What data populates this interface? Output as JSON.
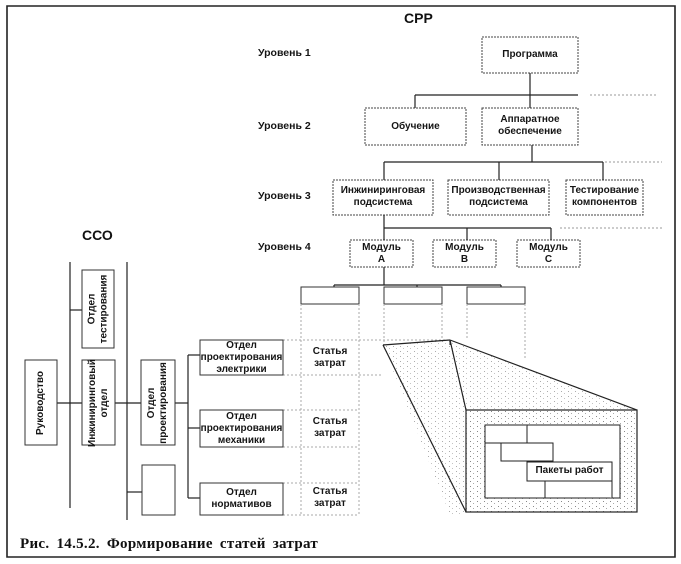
{
  "figure": {
    "caption": "Рис. 14.5.2. Формирование статей затрат"
  },
  "wbs": {
    "title": "СРР",
    "levels": [
      "Уровень 1",
      "Уровень 2",
      "Уровень 3",
      "Уровень 4"
    ],
    "level1": {
      "program": "Программа"
    },
    "level2": {
      "training": "Обучение",
      "hardware_line1": "Аппаратное",
      "hardware_line2": "обеспечение"
    },
    "level3": {
      "engineering_line1": "Инжиниринговая",
      "engineering_line2": "подсистема",
      "production_line1": "Производственная",
      "production_line2": "подсистема",
      "testing_line1": "Тестирование",
      "testing_line2": "компонентов"
    },
    "level4": {
      "module_a_line1": "Модуль",
      "module_a_line2": "A",
      "module_b_line1": "Модуль",
      "module_b_line2": "B",
      "module_c_line1": "Модуль",
      "module_c_line2": "C"
    }
  },
  "obs": {
    "title": "ССО",
    "management": "Руководство",
    "testing_dept_line1": "Отдел",
    "testing_dept_line2": "тестирования",
    "engineering_dept_line1": "Инжиниринговый",
    "engineering_dept_line2": "отдел",
    "design_dept_line1": "Отдел",
    "design_dept_line2": "проектирования",
    "units": [
      {
        "line1": "Отдел",
        "line2": "проектирования",
        "line3": "электрики"
      },
      {
        "line1": "Отдел",
        "line2": "проектирования",
        "line3": "механики"
      },
      {
        "line1": "Отдел",
        "line2": "нормативов",
        "line3": ""
      }
    ]
  },
  "cost_accounts": [
    {
      "line1": "Статья",
      "line2": "затрат"
    },
    {
      "line1": "Статья",
      "line2": "затрат"
    },
    {
      "line1": "Статья",
      "line2": "затрат"
    }
  ],
  "work_packages": {
    "label": "Пакеты работ"
  }
}
